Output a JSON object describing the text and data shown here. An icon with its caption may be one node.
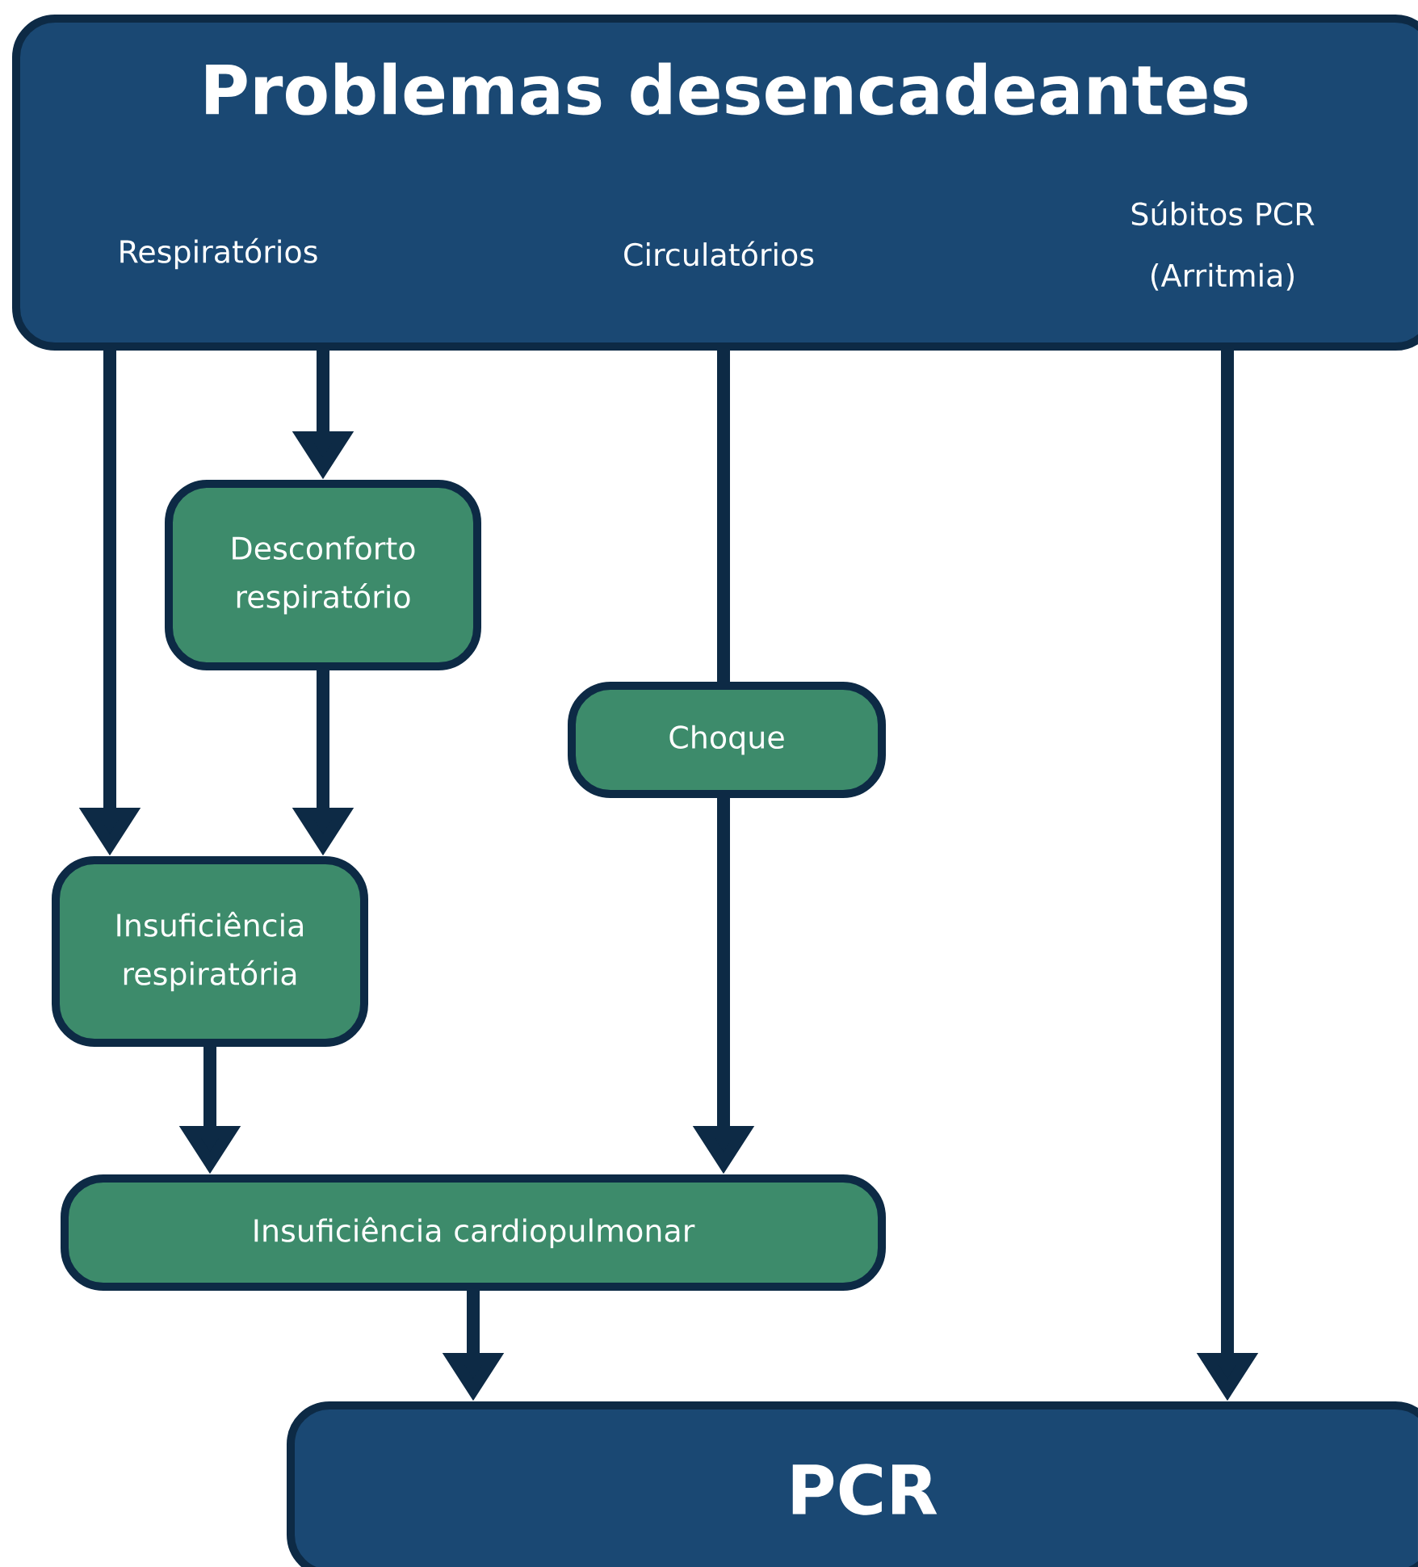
{
  "diagram": {
    "nodes": [
      {
        "text": [
          "Problemas desencadeantes",
          "Respiratórios",
          "Circulatórios",
          "Súbitos PCR (Arritmia)"
        ]
      },
      {
        "text": [
          "Desconforto respiratório"
        ]
      },
      {
        "text": [
          "Choque"
        ]
      },
      {
        "text": [
          "Insuficiência respiratória"
        ]
      },
      {
        "text": [
          "Insuficiência cardiopulmonar"
        ]
      },
      {
        "text": [
          "PCR"
        ]
      }
    ],
    "edges": [
      {
        "from": 0,
        "to": 3,
        "arrow": "to"
      },
      {
        "from": 0,
        "to": 1,
        "arrow": "to"
      },
      {
        "from": 1,
        "to": 3,
        "arrow": "to"
      },
      {
        "from": 0,
        "to": 2,
        "arrow": "none"
      },
      {
        "from": 2,
        "to": 4,
        "arrow": "to"
      },
      {
        "from": 3,
        "to": 4,
        "arrow": "to"
      },
      {
        "from": 4,
        "to": 5,
        "arrow": "to"
      },
      {
        "from": 0,
        "to": 5,
        "arrow": "to"
      }
    ]
  }
}
